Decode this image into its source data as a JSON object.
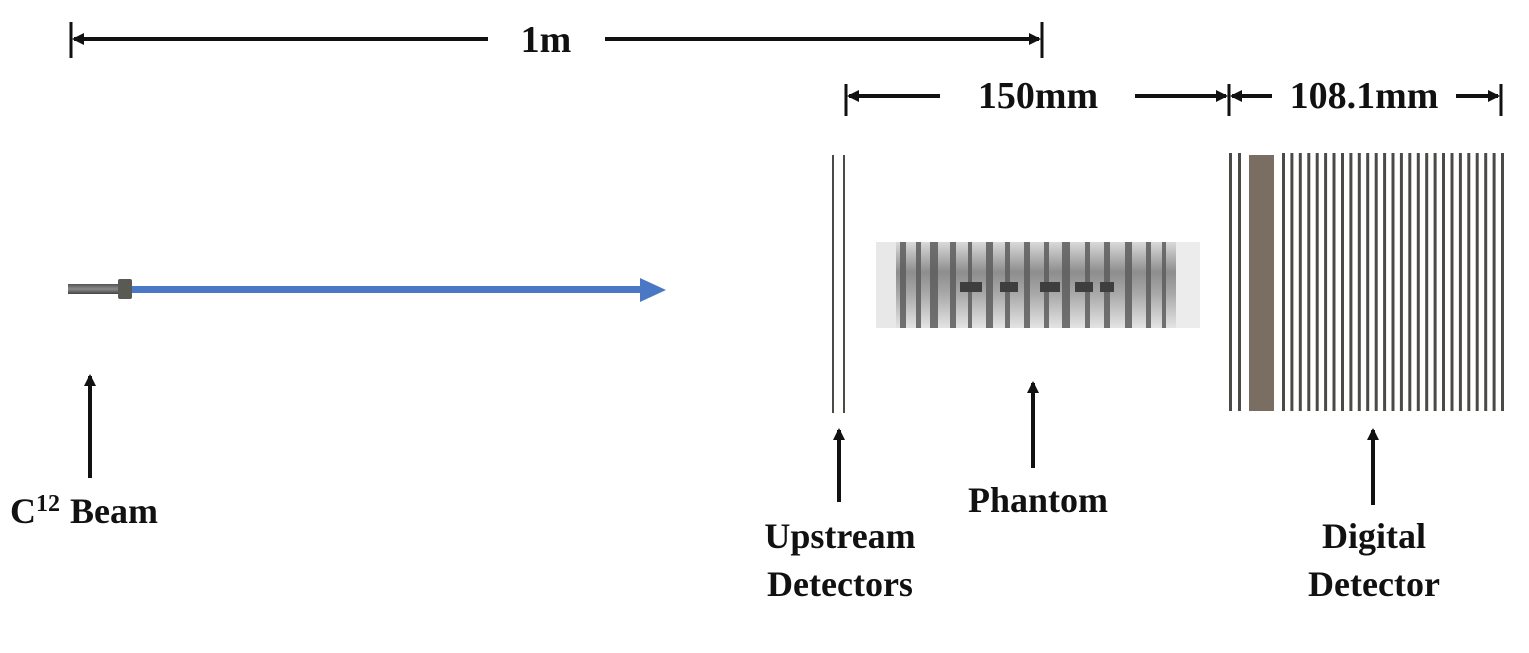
{
  "dimensions": {
    "total": "1m",
    "phantom_region": "150mm",
    "detector_region": "108.1mm"
  },
  "labels": {
    "beam_prefix": "C",
    "beam_superscript": "12",
    "beam_suffix": "Beam",
    "upstream_line1": "Upstream",
    "upstream_line2": "Detectors",
    "phantom": "Phantom",
    "digital_line1": "Digital",
    "digital_line2": "Detector"
  },
  "colors": {
    "beam_arrow": "#4a78c4",
    "ink": "#111111",
    "plate": "#4b4a46",
    "absorber": "#7a6e63"
  },
  "digital_detector": {
    "thin_plate_count": 27
  }
}
